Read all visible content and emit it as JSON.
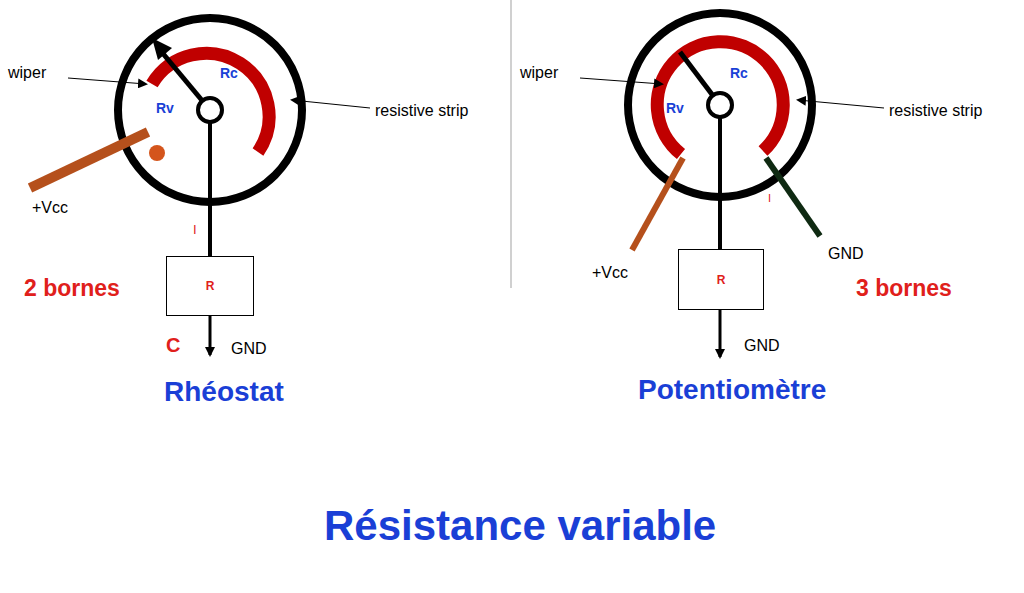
{
  "diagram": {
    "caption": "Résistance variable",
    "nodes": [
      {
        "text": [
          "R"
        ]
      },
      {
        "text": [
          "R"
        ]
      }
    ],
    "labels": [
      "wiper",
      "Rc",
      "Rv",
      "resistive strip",
      "+Vcc",
      "I",
      "2 bornes",
      "C",
      "GND",
      "Rhéostat",
      "wiper",
      "Rc",
      "Rv",
      "resistive strip",
      "I",
      "GND",
      "+Vcc",
      "3 bornes",
      "GND",
      "Potentiomètre"
    ]
  }
}
